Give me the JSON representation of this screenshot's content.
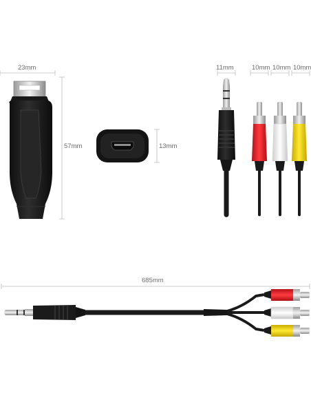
{
  "dimensions": {
    "adapter_width": "23mm",
    "adapter_height": "57mm",
    "port_height": "13mm",
    "jack_width": "11mm",
    "rca_red_width": "10mm",
    "rca_white_width": "10mm",
    "rca_yellow_width": "10mm",
    "cable_length": "685mm"
  },
  "colors": {
    "background": "#ffffff",
    "dimension_line": "#bdbdbd",
    "dimension_text": "#6b6b6b",
    "adapter_body": "#1c1c1c",
    "cable": "#1a1a1a",
    "rca_red": "#e3262b",
    "rca_white": "#f2f2f2",
    "rca_yellow": "#f4d800",
    "metal": "#c9c9c9"
  }
}
